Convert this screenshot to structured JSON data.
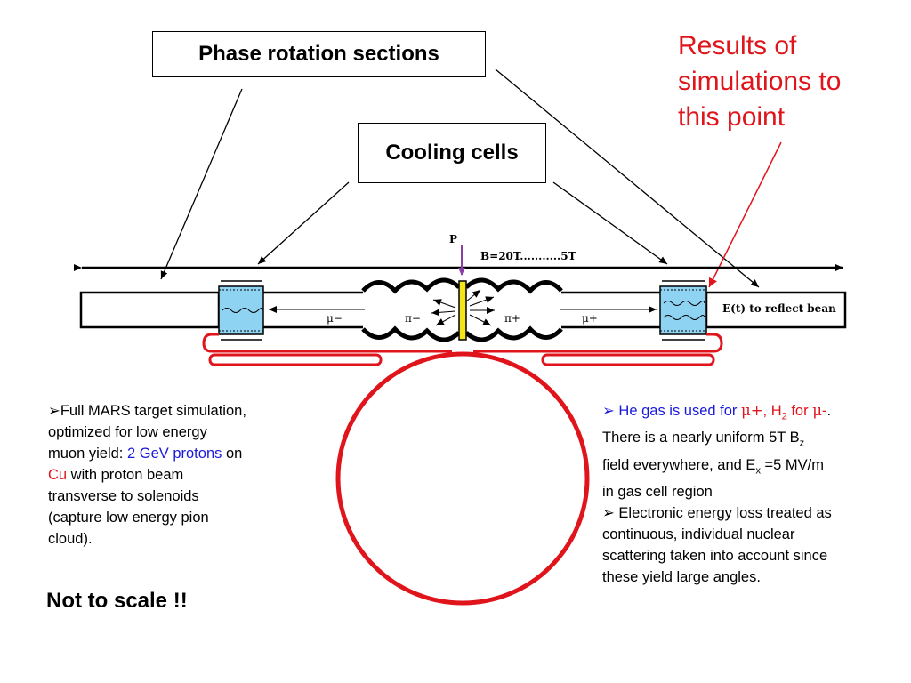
{
  "labels": {
    "phase_rotation": "Phase rotation sections",
    "cooling_cells": "Cooling cells",
    "results_line1": "Results of",
    "results_line2": "simulations to",
    "results_line3": "this point",
    "not_to_scale": "Not to scale !!"
  },
  "diagram": {
    "p_label": "P",
    "field_label": "B=20T...........5T",
    "mu_minus": "μ−",
    "pi_minus": "π−",
    "pi_plus": "π+",
    "mu_plus": "μ+",
    "reflect_label": "E(t) to reflect bean"
  },
  "left_text": {
    "bullet": "➢",
    "l1": "Full MARS target simulation,",
    "l2": "optimized for low energy",
    "l3a": "muon yield: ",
    "l3b": "2 GeV protons",
    "l3c": " on",
    "l4a": "Cu",
    "l4b": " with proton beam",
    "l5": "transverse to solenoids",
    "l6": "(capture low energy pion",
    "l7": "cloud)."
  },
  "right_text": {
    "bullet": "➢",
    "a1": " He gas is used for ",
    "a2": "μ+",
    "a3": ", H",
    "a4": "2",
    "a5": " for ",
    "a6": "μ-",
    "a7": ".",
    "b1": "There is a nearly uniform 5T B",
    "b2": "z",
    "c1": "field everywhere, and E",
    "c2": "x",
    "c3": " =5 MV/m",
    "d1": "in gas cell region",
    "e1": " Electronic energy loss treated as",
    "e2": "continuous, individual nuclear",
    "e3": "scattering taken into account since",
    "e4": "these yield large angles."
  },
  "colors": {
    "red": "#e0151c",
    "blue": "#1a1adc",
    "cell_blue": "#8fd3f2",
    "target_yellow": "#f2e51a"
  }
}
